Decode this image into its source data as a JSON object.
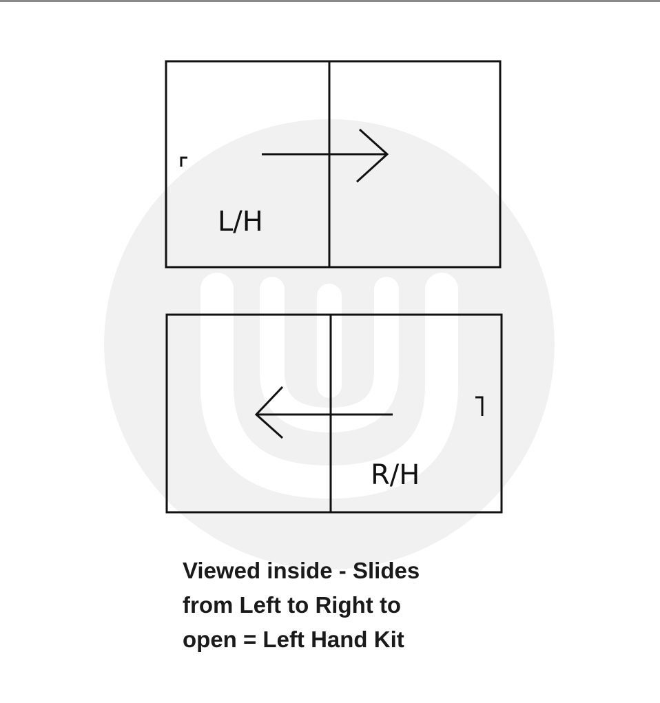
{
  "diagram": {
    "top_panel": {
      "label": "L/H",
      "arrow_direction": "right"
    },
    "bottom_panel": {
      "label": "R/H",
      "arrow_direction": "left"
    },
    "caption_lines": [
      "Viewed inside - Slides",
      "from Left to Right to",
      "open = Left Hand Kit"
    ]
  },
  "colors": {
    "line": "#111111",
    "watermark": "#f1f1f1",
    "top_rule": "#8a8a8a"
  },
  "icons": {
    "watermark": "logo-watermark-icon",
    "handle": "handle-bracket-icon",
    "arrow": "arrow-icon"
  }
}
